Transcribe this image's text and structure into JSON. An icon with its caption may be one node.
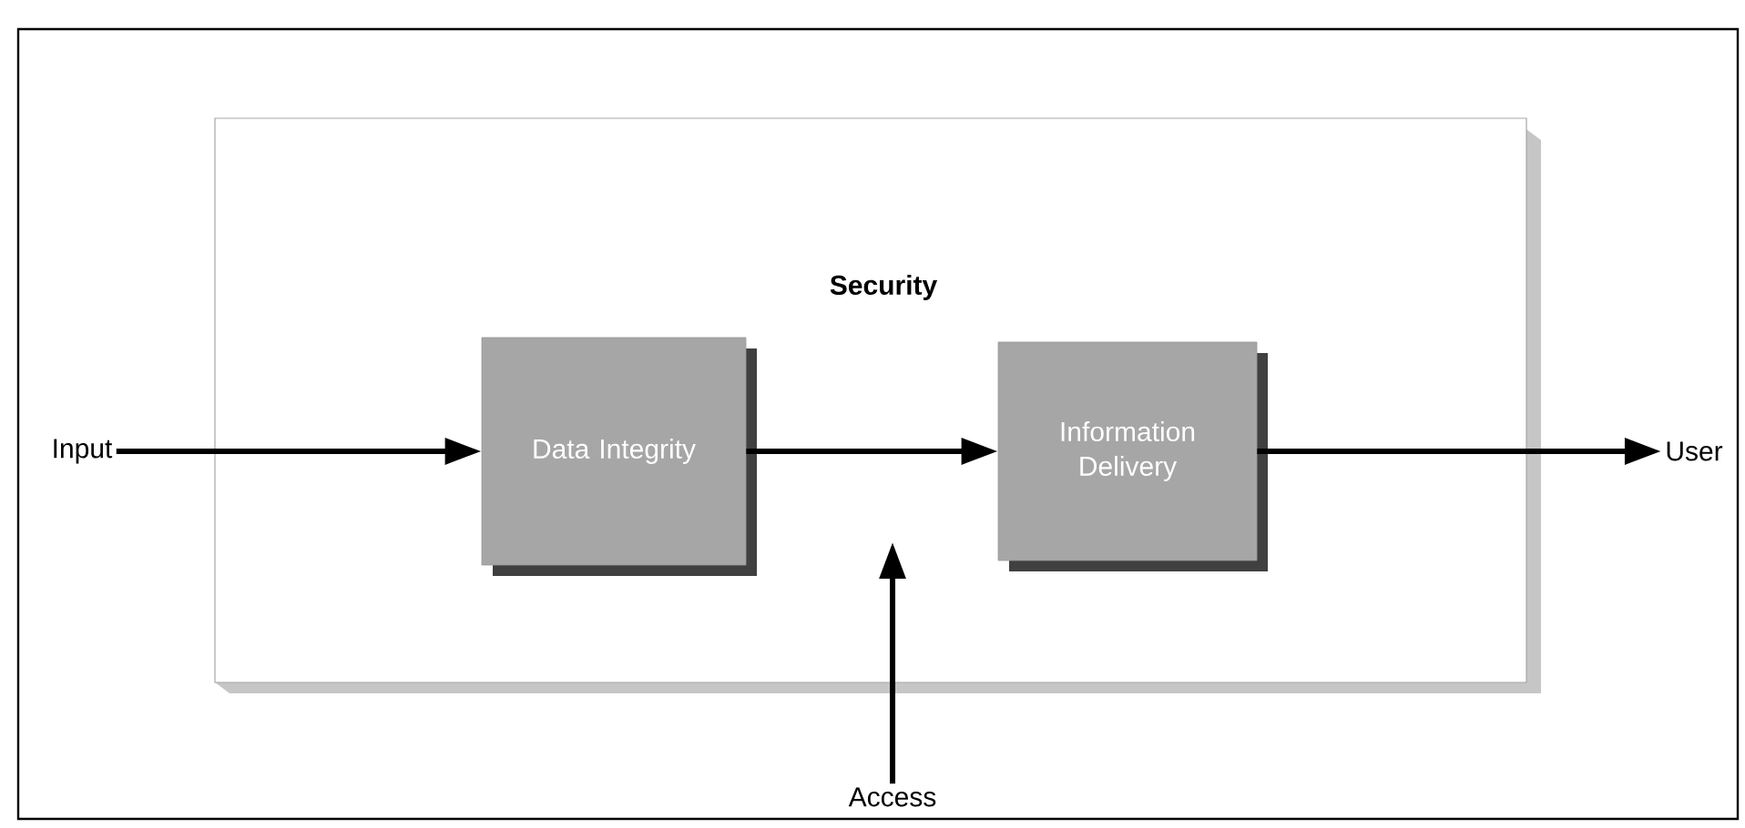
{
  "diagram": {
    "nodes": [
      {
        "text": [
          "Security"
        ]
      },
      {
        "text": [
          "Data Integrity"
        ],
        "in": 0
      },
      {
        "text": [
          "Information Delivery"
        ],
        "in": 0
      },
      {
        "text": [
          "Input"
        ]
      },
      {
        "text": [
          "User"
        ]
      },
      {
        "text": [
          "Access"
        ]
      }
    ],
    "edges": [
      {
        "from": 3,
        "to": 1,
        "arrow": "to"
      },
      {
        "from": 1,
        "to": 2,
        "arrow": "to"
      },
      {
        "from": 2,
        "to": 4,
        "arrow": "to"
      },
      {
        "from": 5,
        "to": null,
        "arrow": "to"
      }
    ]
  }
}
